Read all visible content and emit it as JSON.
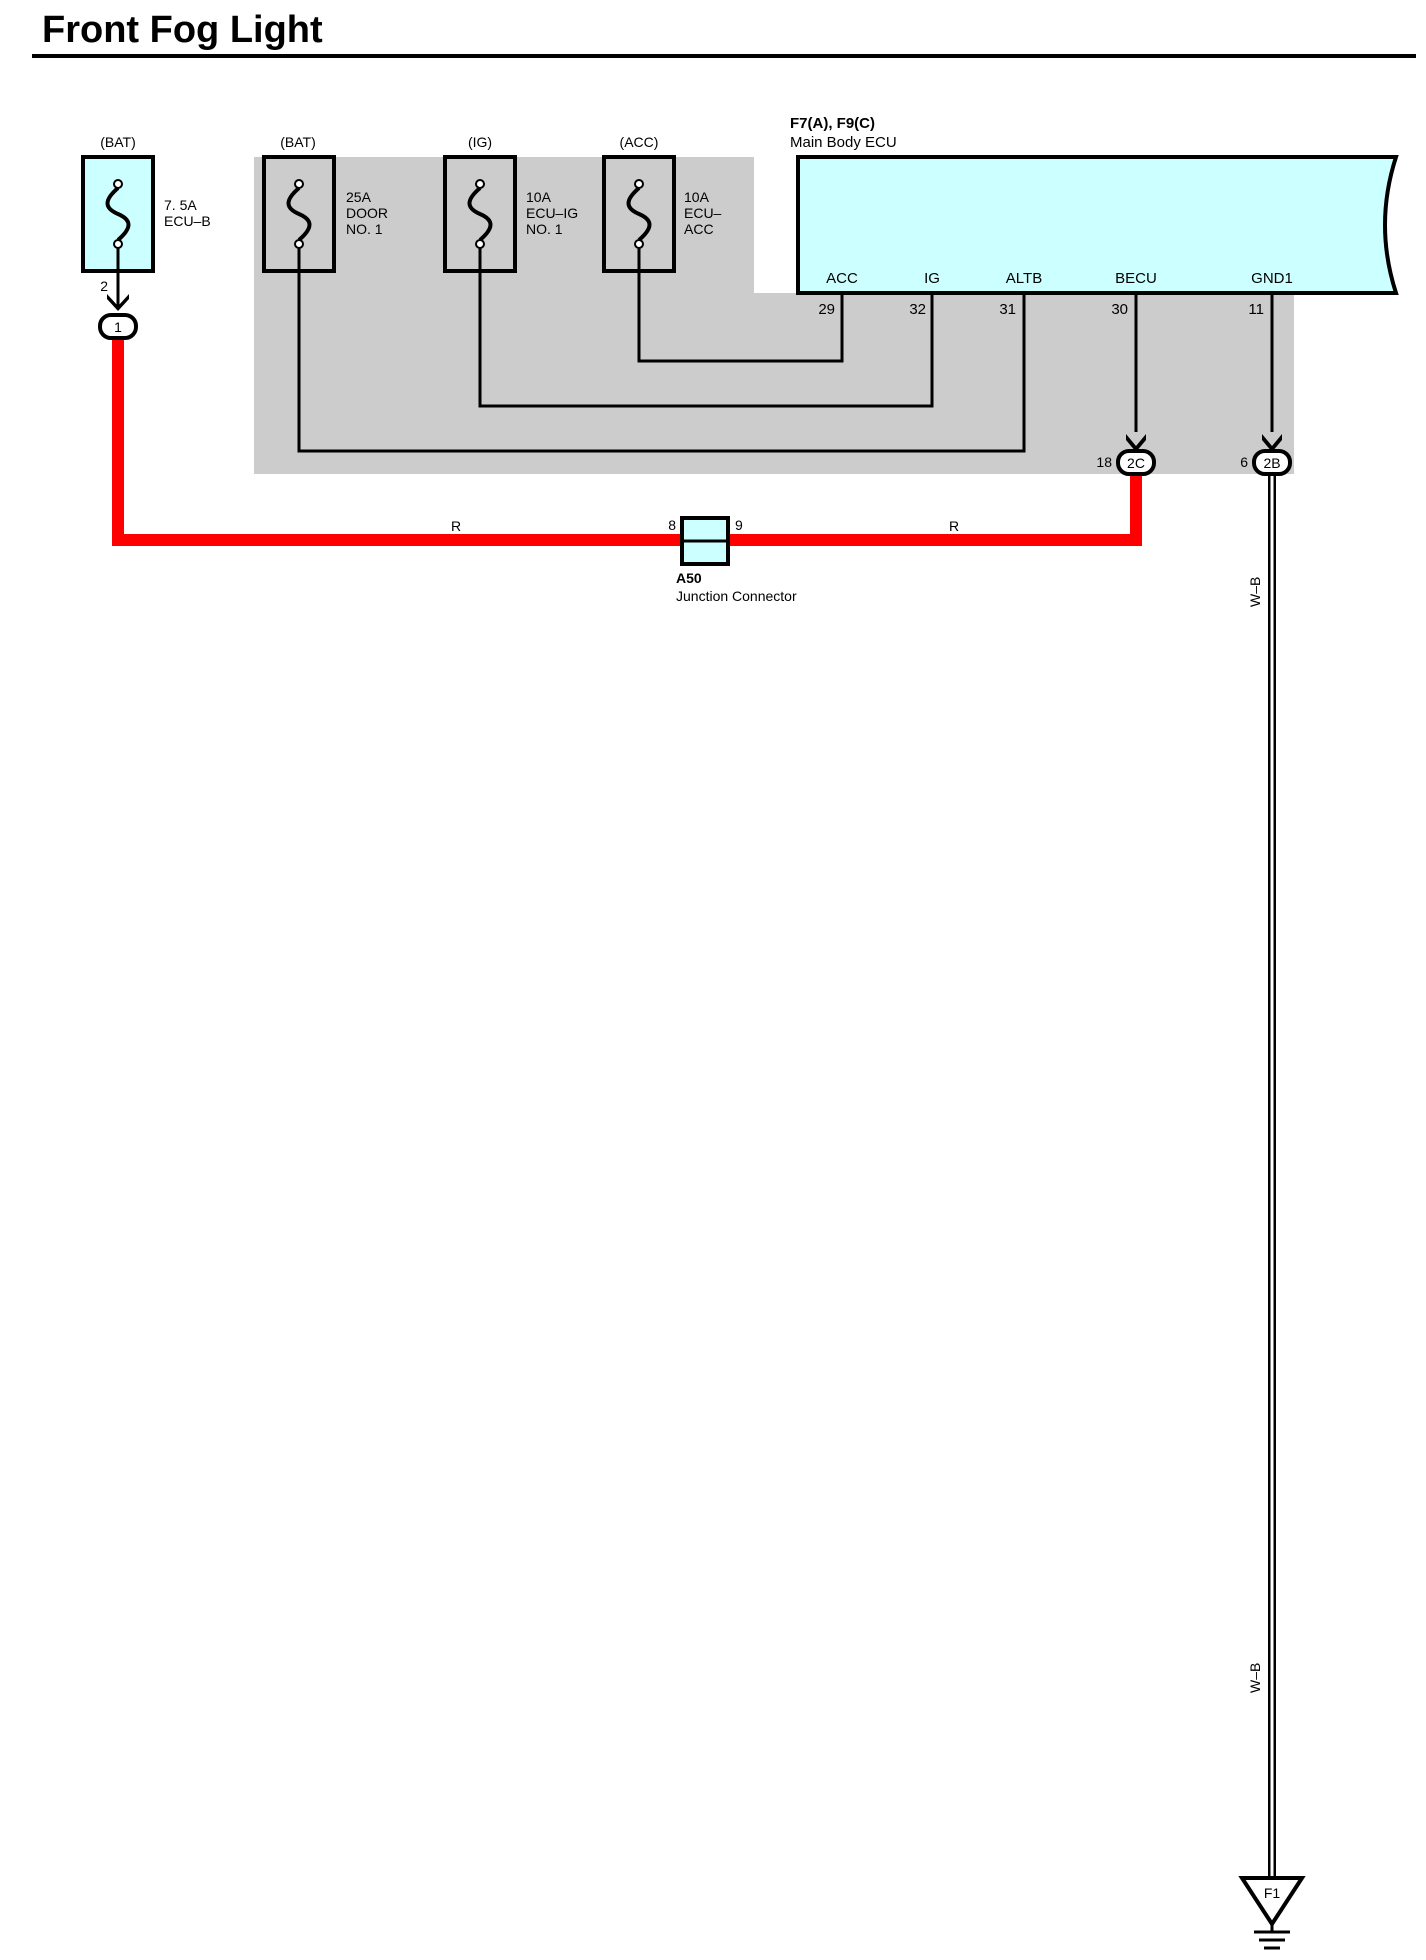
{
  "title": "Front Fog Light",
  "fuses": [
    {
      "source": "(BAT)",
      "lines": [
        "7. 5A",
        "ECU–B"
      ]
    },
    {
      "source": "(BAT)",
      "lines": [
        "25A",
        "DOOR",
        "NO. 1"
      ]
    },
    {
      "source": "(IG)",
      "lines": [
        "10A",
        "ECU–IG",
        "NO. 1"
      ]
    },
    {
      "source": "(ACC)",
      "lines": [
        "10A",
        "ECU–",
        "ACC"
      ]
    }
  ],
  "ecu": {
    "code": "F7(A), F9(C)",
    "name": "Main Body ECU",
    "pins": [
      {
        "label": "ACC",
        "number": "29"
      },
      {
        "label": "IG",
        "number": "32"
      },
      {
        "label": "ALTB",
        "number": "31"
      },
      {
        "label": "BECU",
        "number": "30"
      },
      {
        "label": "GND1",
        "number": "11"
      }
    ]
  },
  "connectors": {
    "fuse_pin": "2",
    "c1": {
      "pin": "1"
    },
    "c2c": {
      "pin": "18",
      "label": "2C"
    },
    "c2b": {
      "pin": "6",
      "label": "2B"
    }
  },
  "junction": {
    "code": "A50",
    "name": "Junction Connector",
    "pin_left": "8",
    "pin_right": "9"
  },
  "wires": {
    "red_left": "R",
    "red_right": "R",
    "ground_upper": "W–B",
    "ground_lower": "W–B"
  },
  "ground": {
    "label": "F1"
  },
  "colors": {
    "red_wire": "#ff0000",
    "fuse_fill": "#ccffff",
    "ecu_fill": "#ccffff",
    "junction_block": "#cccccc"
  }
}
